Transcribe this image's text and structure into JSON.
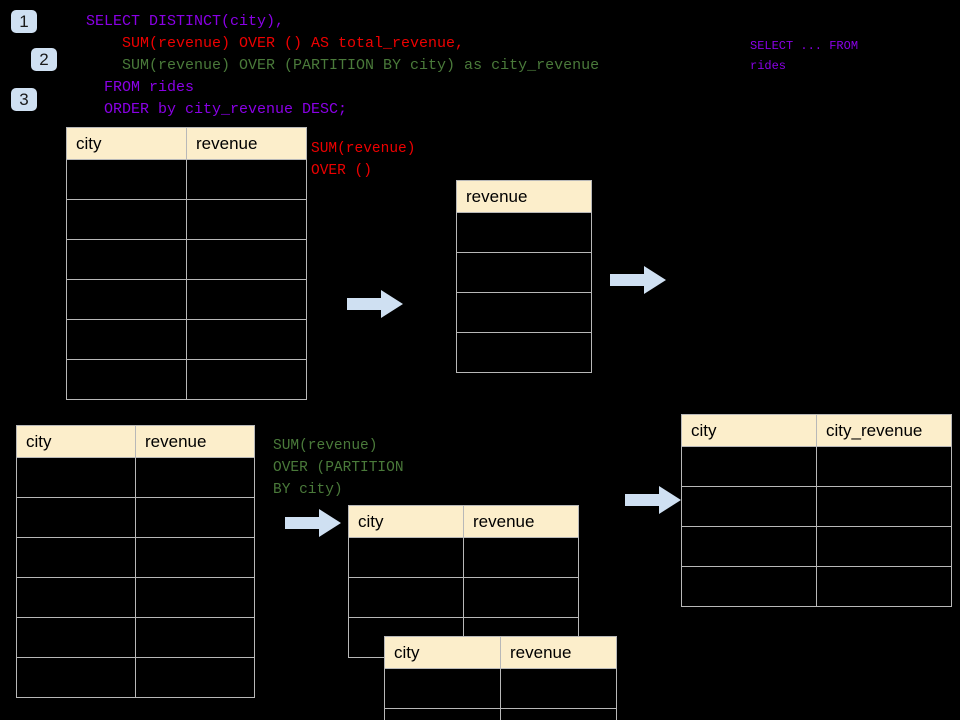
{
  "background_color": "#000000",
  "accent_color": "#cfe0f2",
  "header_fill": "#fceecb",
  "grid_line_color": "#b8b8b8",
  "steps": [
    {
      "label": "1"
    },
    {
      "label": "2"
    },
    {
      "label": "3"
    }
  ],
  "query": {
    "line1": "SELECT DISTINCT(city),",
    "line2": "    SUM(revenue) OVER () AS total_revenue,",
    "line3": "    SUM(revenue) OVER (PARTITION BY city) as city_revenue",
    "line4": "  FROM rides",
    "line5": "  ORDER by city_revenue DESC;",
    "colors": {
      "line1": "#8a00e6",
      "line2": "#ee0000",
      "line3": "#4a7a3a",
      "line4": "#8a00e6",
      "line5": "#8a00e6"
    }
  },
  "side_note": {
    "line1": "SELECT ... FROM",
    "line2": "rides",
    "color": "#8a00e6"
  },
  "annotations": {
    "total_revenue": {
      "line1": "SUM(revenue)",
      "line2": "OVER ()",
      "color": "#ee0000"
    },
    "city_revenue": {
      "line1": "SUM(revenue)",
      "line2": "OVER (PARTITION",
      "line3": "BY city)",
      "color": "#4a7a3a"
    }
  },
  "tables": {
    "source_top": {
      "name": "rides-source-table-top",
      "headers": [
        "city",
        "revenue"
      ],
      "row_count": 6,
      "rows": [
        [
          "",
          ""
        ],
        [
          "",
          ""
        ],
        [
          "",
          ""
        ],
        [
          "",
          ""
        ],
        [
          "",
          ""
        ],
        [
          "",
          ""
        ]
      ]
    },
    "total_revenue": {
      "name": "total-revenue-table",
      "headers": [
        "revenue"
      ],
      "row_count": 4,
      "rows": [
        [
          ""
        ],
        [
          ""
        ],
        [
          ""
        ],
        [
          ""
        ]
      ]
    },
    "source_bottom": {
      "name": "rides-source-table-bottom",
      "headers": [
        "city",
        "revenue"
      ],
      "row_count": 6,
      "rows": [
        [
          "",
          ""
        ],
        [
          "",
          ""
        ],
        [
          "",
          ""
        ],
        [
          "",
          ""
        ],
        [
          "",
          ""
        ],
        [
          "",
          ""
        ]
      ]
    },
    "partition_upper": {
      "name": "partition-group-table-upper",
      "headers": [
        "city",
        "revenue"
      ],
      "row_count": 3,
      "rows": [
        [
          "",
          ""
        ],
        [
          "",
          ""
        ],
        [
          "",
          ""
        ]
      ]
    },
    "partition_lower": {
      "name": "partition-group-table-lower",
      "headers": [
        "city",
        "revenue"
      ],
      "row_count": 2,
      "rows": [
        [
          "",
          ""
        ],
        [
          "",
          ""
        ]
      ]
    },
    "result": {
      "name": "result-city-revenue-table",
      "headers": [
        "city",
        "city_revenue"
      ],
      "row_count": 4,
      "rows": [
        [
          "",
          ""
        ],
        [
          "",
          ""
        ],
        [
          "",
          ""
        ],
        [
          "",
          ""
        ]
      ]
    }
  },
  "arrows": [
    {
      "name": "arrow-source-to-total-revenue",
      "direction": "right"
    },
    {
      "name": "arrow-total-revenue-to-result",
      "direction": "right"
    },
    {
      "name": "arrow-source-to-partition",
      "direction": "right"
    },
    {
      "name": "arrow-partition-to-result",
      "direction": "right"
    }
  ]
}
